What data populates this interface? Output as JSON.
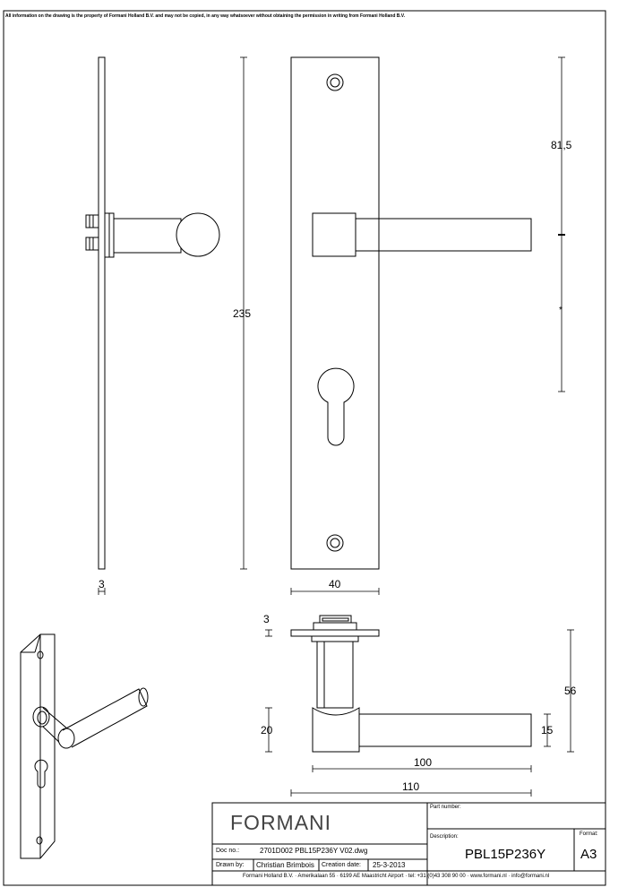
{
  "notice": "All information on the drawing is the property of Formani Holland B.V. and may not be copied, in any way whatsoever without obtaining the permission in writing from Formani Holland B.V.",
  "dimensions": {
    "height_total": "235",
    "top_to_spindle": "81,5",
    "asterisk": "*",
    "plate_thickness": "3",
    "plate_width": "40",
    "rose_thickness": "3",
    "projection": "56",
    "rose_dia": "20",
    "lever_dia": "15",
    "lever_length": "100",
    "overall_length": "110"
  },
  "title_block": {
    "brand": "FORMANI",
    "part_number_label": "Part number:",
    "description_label": "Description:",
    "description": "PBL15P236Y",
    "format_label": "Format:",
    "format": "A3",
    "doc_no_label": "Doc no.:",
    "doc_no": "2701D002 PBL15P236Y V02.dwg",
    "drawn_by_label": "Drawn by:",
    "drawn_by": "Christian Brimbois",
    "creation_date_label": "Creation date:",
    "creation_date": "25-3-2013",
    "footer": "Formani Holland B.V. · Amerikalaan 55 · 6199 AE Maastricht Airport · tel: +31 (0)43 308 90 00 · www.formani.nl · info@formani.nl"
  }
}
